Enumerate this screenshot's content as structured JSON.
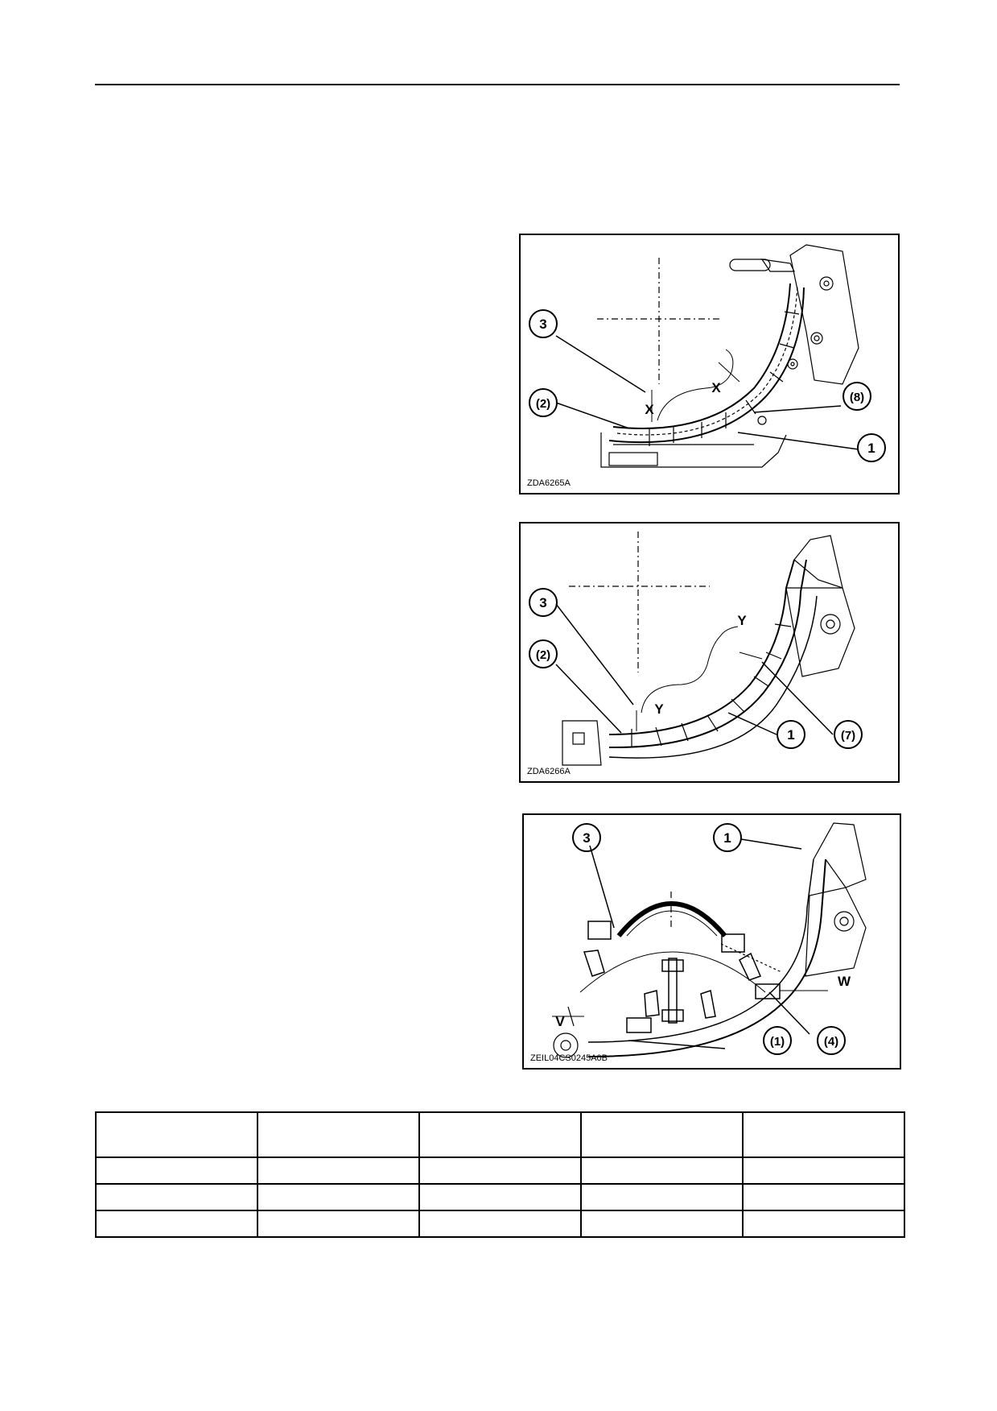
{
  "figures": [
    {
      "code": "ZDA6265A",
      "callouts": [
        "3",
        "(2)",
        "(8)",
        "1"
      ],
      "dimension_labels": [
        "X",
        "X"
      ]
    },
    {
      "code": "ZDA6266A",
      "callouts": [
        "3",
        "(2)",
        "1",
        "(7)"
      ],
      "dimension_labels": [
        "Y",
        "Y"
      ]
    },
    {
      "code": "ZEIL04CS0245A0B",
      "callouts": [
        "3",
        "1",
        "(1)",
        "(4)"
      ],
      "dimension_labels": [
        "W",
        "V"
      ]
    }
  ],
  "table": {
    "columns": 5,
    "header": [
      "",
      "",
      "",
      "",
      ""
    ],
    "rows": [
      [
        "",
        "",
        "",
        "",
        ""
      ],
      [
        "",
        "",
        "",
        "",
        ""
      ],
      [
        "",
        "",
        "",
        "",
        ""
      ]
    ]
  }
}
